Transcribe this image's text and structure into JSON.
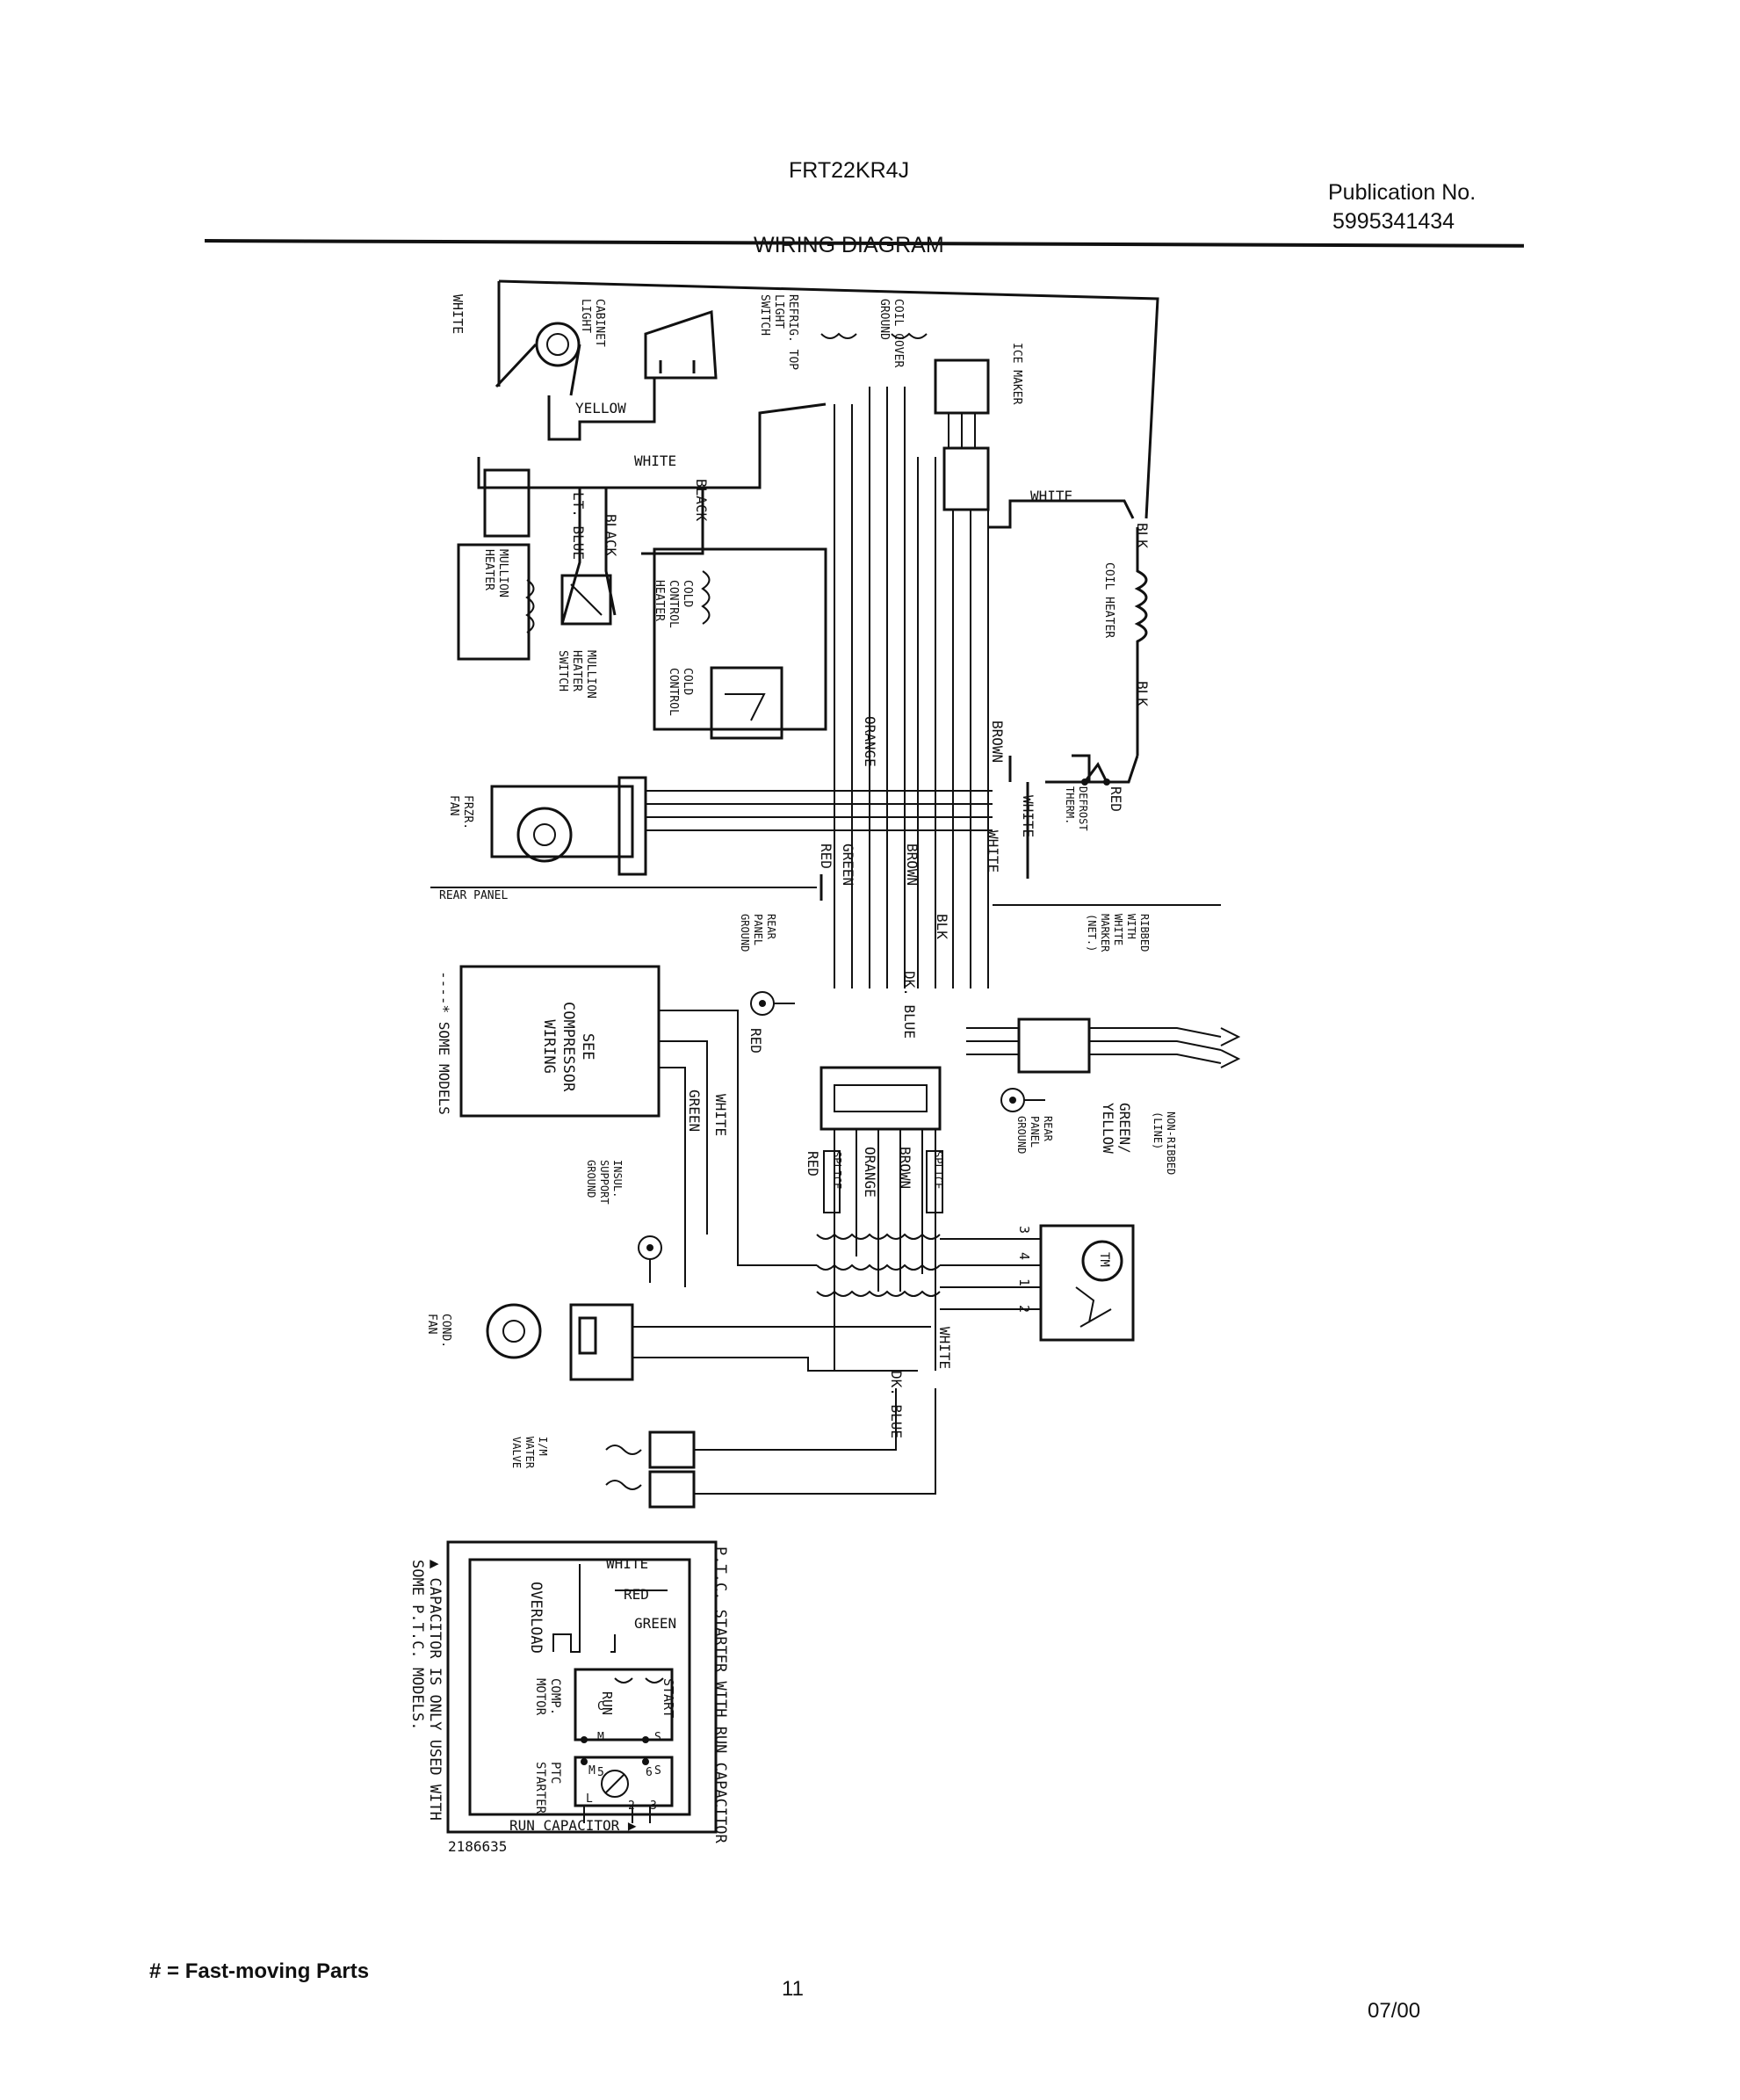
{
  "header": {
    "model": "FRT22KR4J",
    "publication_label": "Publication No.",
    "publication_number": "5995341434",
    "title": "WIRING DIAGRAM"
  },
  "diagram": {
    "wire_labels": {
      "white": "WHITE",
      "yellow": "YELLOW",
      "black": "BLACK",
      "lt_blue": "LT. BLUE",
      "blk": "BLK",
      "brown": "BROWN",
      "orange": "ORANGE",
      "red": "RED",
      "green": "GREEN",
      "dk_blue": "DK. BLUE",
      "green_yellow": "GREEN/\nYELLOW"
    },
    "components": {
      "cabinet_light": "CABINET\nLIGHT",
      "refrig_light_switch": "REFRIG. TOP\nLIGHT\nSWITCH",
      "coil_cover_ground": "COIL COVER\nGROUND",
      "ice_maker": "ICE MAKER",
      "mullion_heater": "MULLION\nHEATER",
      "mullion_heater_switch": "MULLION\nHEATER\nSWITCH",
      "cold_control_heater": "COLD\nCONTROL\nHEATER",
      "cold_control": "COLD\nCONTROL",
      "coil_heater": "COIL HEATER",
      "defrost_therm": "DEFROST\nTHERM.",
      "frzr_fan": "FRZR.\nFAN",
      "rear_panel": "REAR PANEL",
      "rear_panel_ground": "REAR\nPANEL\nGROUND",
      "ribbed_note": "RIBBED\nWITH\nWHITE\nMARKER\n(NET.)",
      "non_ribbed_note": "NON-RIBBED\n(LINE)",
      "see_compressor": "SEE\nCOMPRESSOR\nWIRING",
      "some_models": "----* SOME MODELS",
      "insul_support_ground": "INSUL.\nSUPPORT\nGROUND",
      "splice": "SPLICE",
      "tm": "TM",
      "cond_fan": "COND.\nFAN",
      "water_valve": "I/M\nWATER\nVALVE",
      "terminal_numbers": [
        "3",
        "4",
        "1",
        "2"
      ]
    },
    "ptc": {
      "title": "P.T.C. STARTER WITH RUN CAPACITOR",
      "footnote": "▲ CAPACITOR IS ONLY USED WITH\nSOME P.T.C. MODELS.",
      "overload": "OVERLOAD",
      "comp_motor": "COMP.\nMOTOR",
      "ptc_starter": "PTC\nSTARTER",
      "start": "START",
      "run": "RUN",
      "run_capacitor": "RUN CAPACITOR ▶",
      "white": "WHITE",
      "red": "RED",
      "green": "GREEN",
      "letters": [
        "C",
        "M",
        "S",
        "M",
        "S",
        "L"
      ],
      "numbers": [
        "5",
        "6",
        "2",
        "3"
      ]
    },
    "drawing_number": "2186635"
  },
  "footer": {
    "legend": "# = Fast-moving Parts",
    "page": "11",
    "date": "07/00"
  }
}
